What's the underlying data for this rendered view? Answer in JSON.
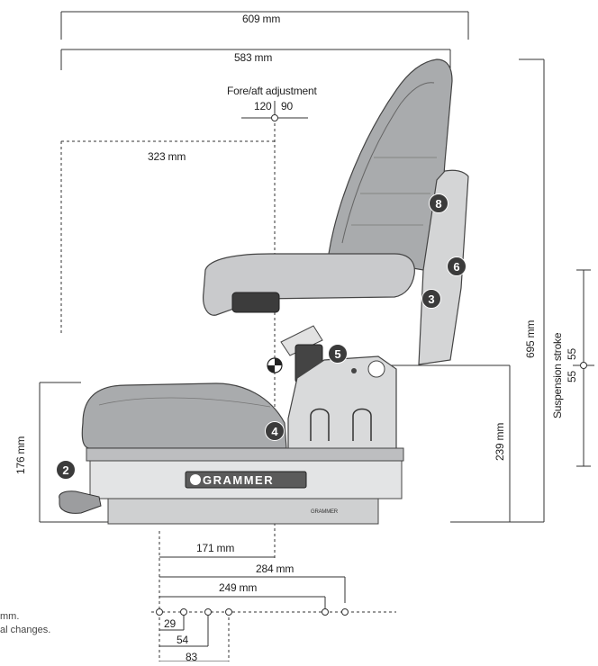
{
  "dimensions": {
    "d609": "609 mm",
    "d583": "583 mm",
    "fore_aft_title": "Fore/aft adjustment",
    "fore_aft_left": "120",
    "fore_aft_right": "90",
    "d323": "323 mm",
    "d695": "695 mm",
    "suspension_label": "Suspension stroke",
    "susp_up": "55",
    "susp_down": "55",
    "d239": "239 mm",
    "d176": "176 mm",
    "d171": "171 mm",
    "d284": "284 mm",
    "d249": "249 mm",
    "d29": "29",
    "d54": "54",
    "d83": "83"
  },
  "markers": {
    "m2": "2",
    "m3": "3",
    "m4": "4",
    "m5": "5",
    "m6": "6",
    "m8": "8"
  },
  "brand": {
    "logo_text": "GRAMMER",
    "small_text": "GRAMMER"
  },
  "footnote": {
    "line1": "mm.",
    "line2": "al changes."
  }
}
